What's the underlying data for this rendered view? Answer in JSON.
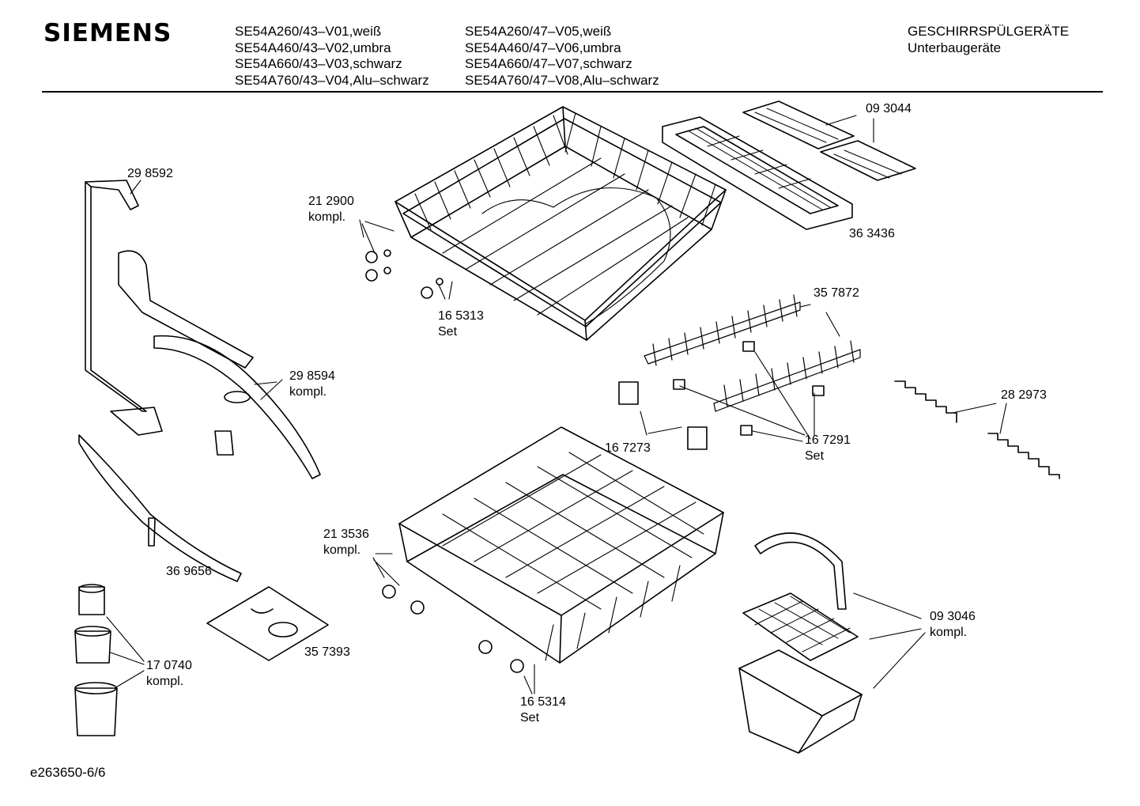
{
  "header": {
    "brand": "SIEMENS",
    "models_col1": [
      "SE54A260/43–V01,weiß",
      "SE54A460/43–V02,umbra",
      "SE54A660/43–V03,schwarz",
      "SE54A760/43–V04,Alu–schwarz"
    ],
    "models_col2": [
      "SE54A260/47–V05,weiß",
      "SE54A460/47–V06,umbra",
      "SE54A660/47–V07,schwarz",
      "SE54A760/47–V08,Alu–schwarz"
    ],
    "category": "GESCHIRRSPÜLGERÄTE",
    "subcategory": "Unterbaugeräte"
  },
  "parts": {
    "p093044": "09 3044",
    "p363436": "36 3436",
    "p298592": "29 8592",
    "p212900": "21 2900",
    "p212900_note": "kompl.",
    "p165313": "16 5313",
    "p165313_note": "Set",
    "p357872": "35 7872",
    "p298594": "29 8594",
    "p298594_note": "kompl.",
    "p282973": "28 2973",
    "p167273": "16 7273",
    "p167291": "16 7291",
    "p167291_note": "Set",
    "p213536": "21 3536",
    "p213536_note": "kompl.",
    "p369656": "36 9656",
    "p093046": "09 3046",
    "p093046_note": "kompl.",
    "p357393": "35 7393",
    "p170740": "17 0740",
    "p170740_note": "kompl.",
    "p165314": "16 5314",
    "p165314_note": "Set"
  },
  "footer": {
    "doc_id": "e263650-6/6"
  }
}
